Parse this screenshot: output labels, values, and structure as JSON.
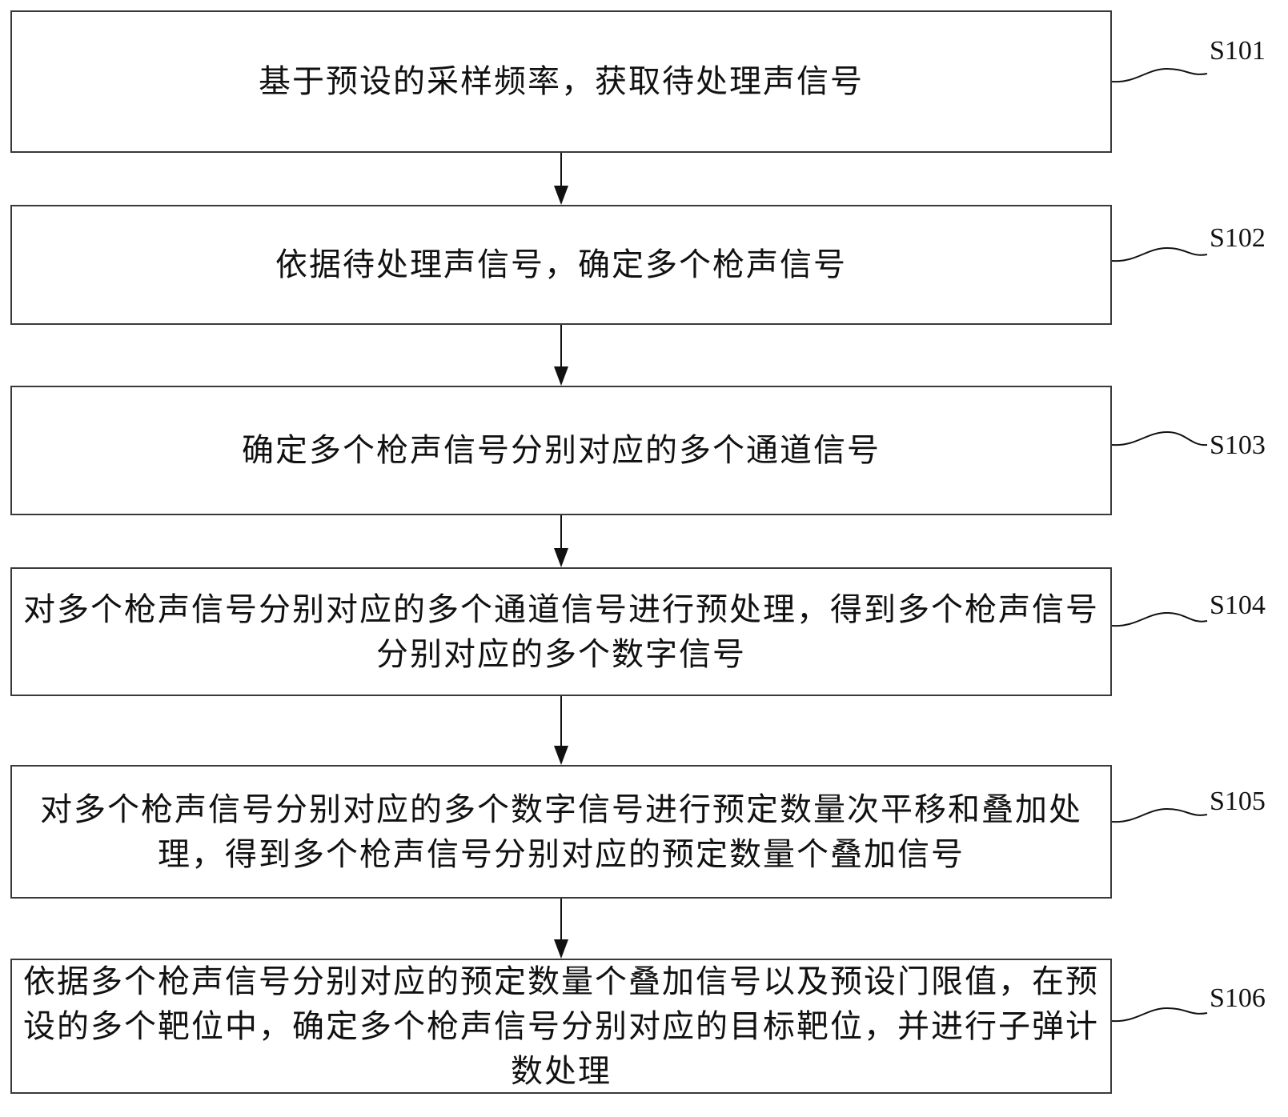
{
  "steps": [
    {
      "id": "S101",
      "text": "基于预设的采样频率，获取待处理声信号"
    },
    {
      "id": "S102",
      "text": "依据待处理声信号，确定多个枪声信号"
    },
    {
      "id": "S103",
      "text": "确定多个枪声信号分别对应的多个通道信号"
    },
    {
      "id": "S104",
      "text": "对多个枪声信号分别对应的多个通道信号进行预处理，得到多个枪声信号分别对应的多个数字信号"
    },
    {
      "id": "S105",
      "text": "对多个枪声信号分别对应的多个数字信号进行预定数量次平移和叠加处理，得到多个枪声信号分别对应的预定数量个叠加信号"
    },
    {
      "id": "S106",
      "text": "依据多个枪声信号分别对应的预定数量个叠加信号以及预设门限值，在预设的多个靶位中，确定多个枪声信号分别对应的目标靶位，并进行子弹计数处理"
    }
  ]
}
